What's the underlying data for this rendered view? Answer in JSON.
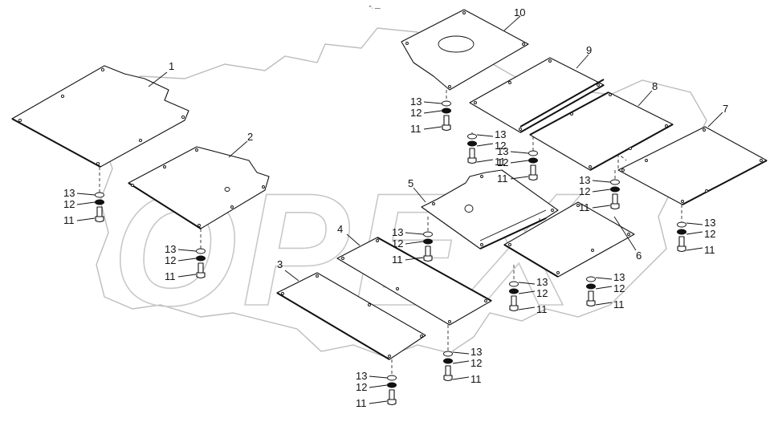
{
  "header_mark": "″· —",
  "watermark": {
    "text": "OPEX",
    "color": "#c8c8c8"
  },
  "callouts": {
    "p1": "1",
    "p2": "2",
    "p3": "3",
    "p4": "4",
    "p5": "5",
    "p6": "6",
    "p7": "7",
    "p8": "8",
    "p9": "9",
    "p10": "10"
  },
  "fastener_groups": [
    {
      "id": "g1",
      "washer_label": "13",
      "lock_label": "12",
      "bolt_label": "11"
    },
    {
      "id": "g2",
      "washer_label": "13",
      "lock_label": "12",
      "bolt_label": "11"
    },
    {
      "id": "g3",
      "washer_label": "13",
      "lock_label": "12",
      "bolt_label": "11"
    },
    {
      "id": "g4",
      "washer_label": "13",
      "lock_label": "12",
      "bolt_label": "11"
    },
    {
      "id": "g5",
      "washer_label": "13",
      "lock_label": "12",
      "bolt_label": "11"
    },
    {
      "id": "g6",
      "washer_label": "13",
      "lock_label": "12",
      "bolt_label": "11"
    },
    {
      "id": "g7",
      "washer_label": "13",
      "lock_label": "12",
      "bolt_label": "11"
    },
    {
      "id": "g8",
      "washer_label": "13",
      "lock_label": "12",
      "bolt_label": "11"
    },
    {
      "id": "g9",
      "washer_label": "13",
      "lock_label": "12",
      "bolt_label": "11"
    },
    {
      "id": "g10",
      "washer_label": "13",
      "lock_label": "12",
      "bolt_label": "11"
    },
    {
      "id": "g11",
      "washer_label": "13",
      "lock_label": "12",
      "bolt_label": "11"
    },
    {
      "id": "g12",
      "washer_label": "13",
      "lock_label": "12",
      "bolt_label": "11"
    }
  ]
}
